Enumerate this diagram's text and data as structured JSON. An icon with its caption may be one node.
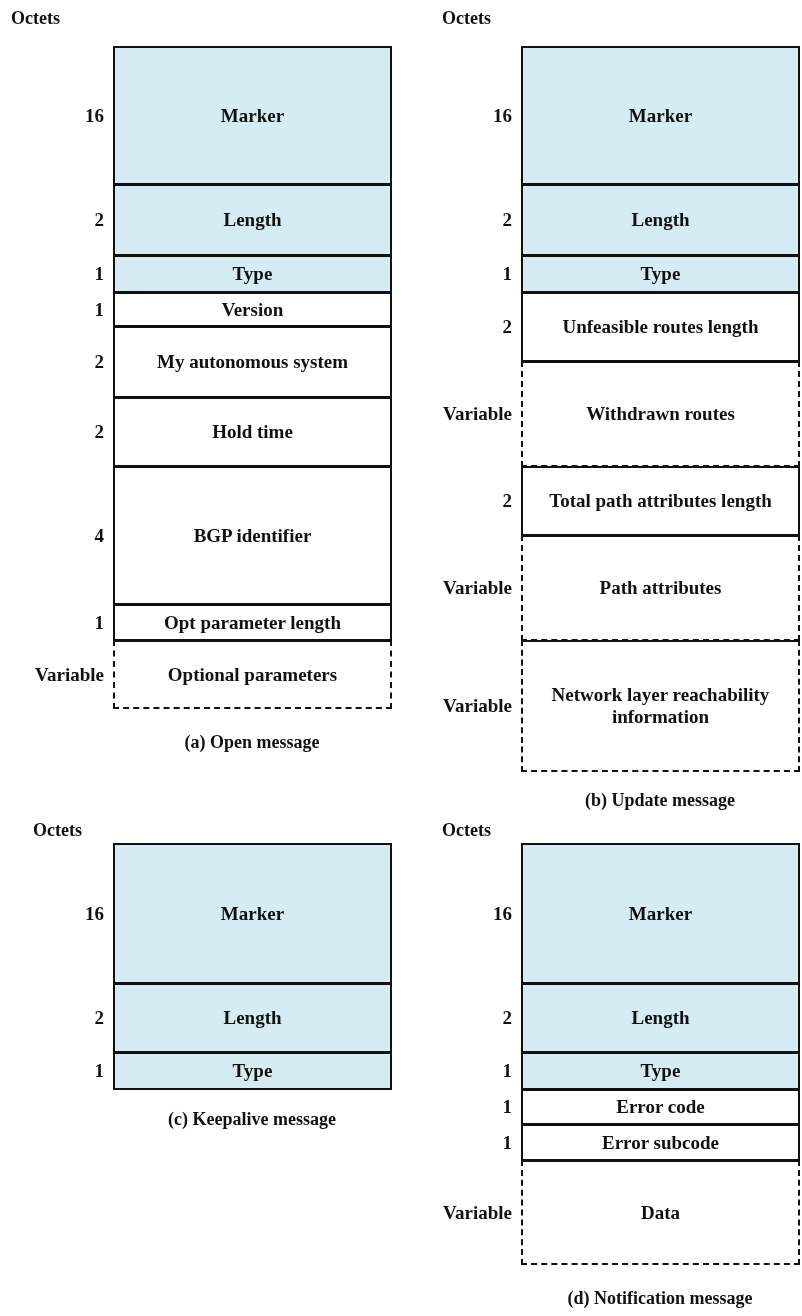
{
  "diagram": {
    "nodes": [
      {
        "text": [
          "Marker"
        ],
        "beside": [
          "16"
        ]
      },
      {
        "text": [
          "Length"
        ],
        "beside": [
          "2"
        ]
      },
      {
        "text": [
          "Type"
        ],
        "beside": [
          "1"
        ]
      },
      {
        "text": [
          "Version"
        ],
        "beside": [
          "1"
        ]
      },
      {
        "text": [
          "My autonomous system"
        ],
        "beside": [
          "2"
        ]
      },
      {
        "text": [
          "Hold time"
        ],
        "beside": [
          "2"
        ]
      },
      {
        "text": [
          "BGP identifier"
        ],
        "beside": [
          "4"
        ]
      },
      {
        "text": [
          "Opt parameter length"
        ],
        "beside": [
          "1"
        ]
      },
      {
        "text": [
          "Optional parameters"
        ],
        "beside": [
          "Variable"
        ]
      },
      {
        "text": [
          "Marker"
        ],
        "beside": [
          "16"
        ]
      },
      {
        "text": [
          "Length"
        ],
        "beside": [
          "2"
        ]
      },
      {
        "text": [
          "Type"
        ],
        "beside": [
          "1"
        ]
      },
      {
        "text": [
          "Unfeasible routes length"
        ],
        "beside": [
          "2"
        ]
      },
      {
        "text": [
          "Withdrawn routes"
        ],
        "beside": [
          "Variable"
        ]
      },
      {
        "text": [
          "Total path attributes length"
        ],
        "beside": [
          "2"
        ]
      },
      {
        "text": [
          "Path attributes"
        ],
        "beside": [
          "Variable"
        ]
      },
      {
        "text": [
          "Network layer reachability information"
        ],
        "beside": [
          "Variable"
        ]
      },
      {
        "text": [
          "Marker"
        ],
        "beside": [
          "16"
        ]
      },
      {
        "text": [
          "Length"
        ],
        "beside": [
          "2"
        ]
      },
      {
        "text": [
          "Type"
        ],
        "beside": [
          "1"
        ]
      },
      {
        "text": [
          "Marker"
        ],
        "beside": [
          "16"
        ]
      },
      {
        "text": [
          "Length"
        ],
        "beside": [
          "2"
        ]
      },
      {
        "text": [
          "Type"
        ],
        "beside": [
          "1"
        ]
      },
      {
        "text": [
          "Error code"
        ],
        "beside": [
          "1"
        ]
      },
      {
        "text": [
          "Error subcode"
        ],
        "beside": [
          "1"
        ]
      },
      {
        "text": [
          "Data"
        ],
        "beside": [
          "Variable"
        ]
      }
    ],
    "labels": [
      "Octets",
      "Octets",
      "(a) Open message",
      "(b) Update message",
      "Octets",
      "Octets",
      "(c) Keepalive message",
      "(d) Notification message"
    ]
  }
}
